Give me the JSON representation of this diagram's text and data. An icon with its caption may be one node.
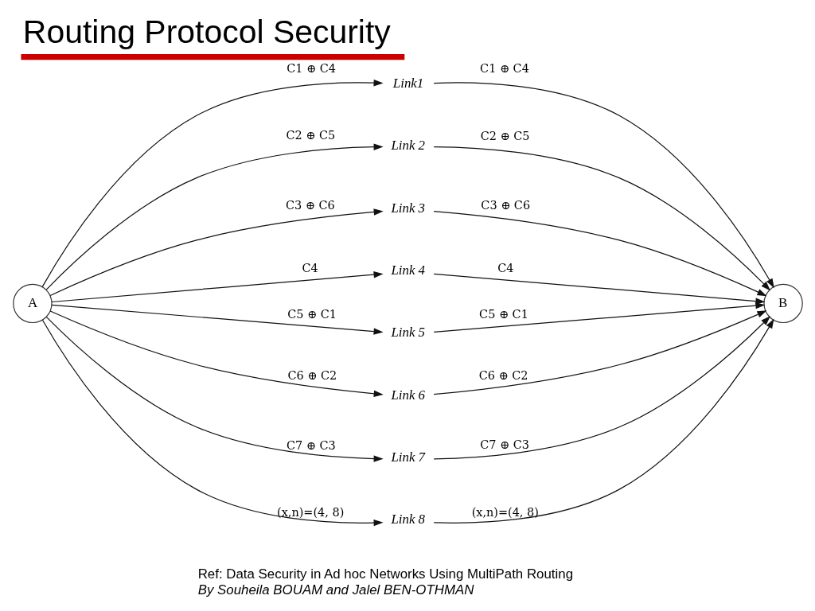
{
  "diagram": {
    "title": "Routing Protocol Security",
    "caption": "Ref: Data Security in Ad hoc Networks Using MultiPath Routing *By Souheila BOUAM and Jalel BEN-OTHMAN*",
    "nodes": [
      {
        "text": [
          "A"
        ]
      },
      {
        "text": [
          "Link1"
        ]
      },
      {
        "text": [
          "Link 2"
        ]
      },
      {
        "text": [
          "Link 3"
        ]
      },
      {
        "text": [
          "Link 4"
        ]
      },
      {
        "text": [
          "Link 5"
        ]
      },
      {
        "text": [
          "Link 6"
        ]
      },
      {
        "text": [
          "Link 7"
        ]
      },
      {
        "text": [
          "Link 8"
        ]
      },
      {
        "text": [
          "B"
        ]
      }
    ],
    "edges": [
      {
        "from": 0,
        "to": 1,
        "arrow": "to",
        "label": "C1 ⊕ C4"
      },
      {
        "from": 0,
        "to": 2,
        "arrow": "to",
        "label": "C2 ⊕ C5"
      },
      {
        "from": 0,
        "to": 3,
        "arrow": "to",
        "label": "C3 ⊕ C6"
      },
      {
        "from": 0,
        "to": 4,
        "arrow": "to",
        "label": "C4"
      },
      {
        "from": 0,
        "to": 5,
        "arrow": "to",
        "label": "C5 ⊕ C1"
      },
      {
        "from": 0,
        "to": 6,
        "arrow": "to",
        "label": "C6 ⊕ C2"
      },
      {
        "from": 0,
        "to": 7,
        "arrow": "to",
        "label": "C7 ⊕ C3"
      },
      {
        "from": 0,
        "to": 8,
        "arrow": "to",
        "label": "(x,n)=(4, 8)"
      },
      {
        "from": 1,
        "to": 9,
        "arrow": "to",
        "label": "C1 ⊕ C4"
      },
      {
        "from": 2,
        "to": 9,
        "arrow": "to",
        "label": "C2 ⊕ C5"
      },
      {
        "from": 3,
        "to": 9,
        "arrow": "to",
        "label": "C3 ⊕ C6"
      },
      {
        "from": 4,
        "to": 9,
        "arrow": "to",
        "label": "C4"
      },
      {
        "from": 5,
        "to": 9,
        "arrow": "to",
        "label": "C5 ⊕ C1"
      },
      {
        "from": 6,
        "to": 9,
        "arrow": "to",
        "label": "C6 ⊕ C2"
      },
      {
        "from": 7,
        "to": 9,
        "arrow": "to",
        "label": "C7 ⊕ C3"
      },
      {
        "from": 8,
        "to": 9,
        "arrow": "to",
        "label": "(x,n)=(4, 8)"
      }
    ]
  }
}
